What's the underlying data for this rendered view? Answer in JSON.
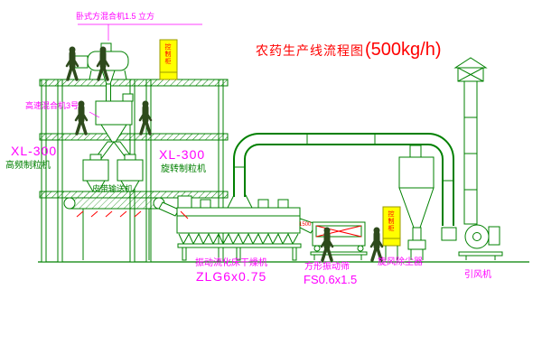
{
  "title": {
    "text": "农药生产线流程图",
    "capacity": "(500kg/h)"
  },
  "labels": {
    "top_mixer": "卧式方混合机1.5 立方",
    "high_speed_mixer": "高速混合机3号",
    "granulator_left_model": "XL-300",
    "granulator_left_name": "高频制粒机",
    "granulator_mid_model": "XL-300",
    "granulator_mid_name": "旋转制粒机",
    "belt_conveyor": "皮带输送机",
    "dryer_name": "振动流化床干燥机",
    "dryer_model": "ZLG6x0.75",
    "sieve_name": "方形振动筛",
    "sieve_model": "FS0.6x1.5",
    "cyclone": "旋风除尘器",
    "fan": "引风机",
    "control_cabinet_top": "控制柜",
    "control_cabinet_right": "控制柜",
    "dim_1500": "1500"
  },
  "colors": {
    "line_green": "#008000",
    "label_magenta": "#ff00ff",
    "title_red": "#ff0000",
    "cabinet_yellow": "#ffff00",
    "figure_dark": "#2e4a1c",
    "accent_red": "#ff0000"
  }
}
